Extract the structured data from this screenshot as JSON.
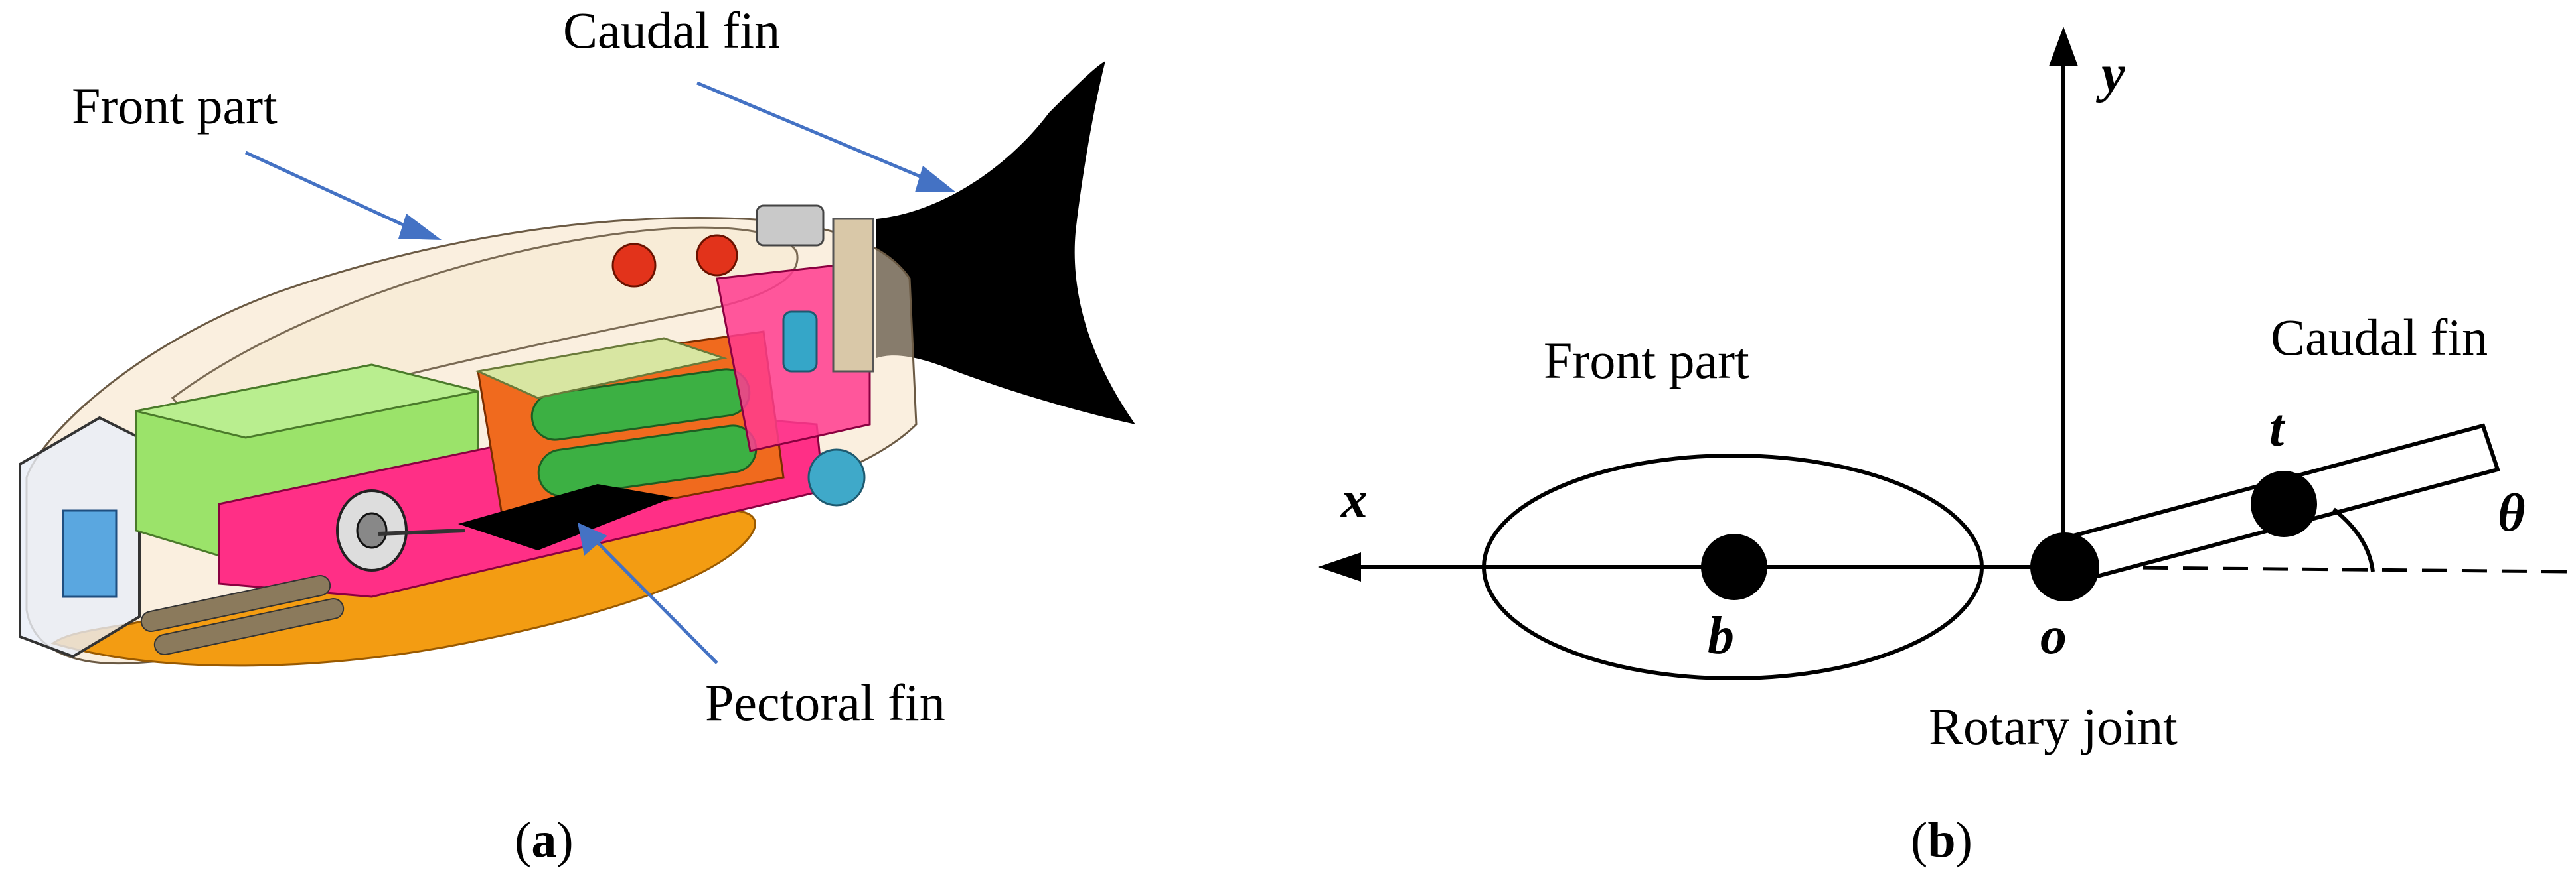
{
  "panel_a": {
    "caption_open": "(",
    "caption_letter": "a",
    "caption_close": ")",
    "labels": {
      "caudal_fin": "Caudal fin",
      "front_part": "Front part",
      "pectoral_fin": "Pectoral fin"
    },
    "colors": {
      "arrow": "#4472c4",
      "shell": "#f5e1c4",
      "belly": "#f39c12",
      "battery": "#7ccf3a",
      "block": "#9be36a",
      "board": "#ff2f86",
      "fin": "#000000"
    }
  },
  "panel_b": {
    "caption_open": "(",
    "caption_letter": "b",
    "caption_close": ")",
    "labels": {
      "front_part": "Front part",
      "caudal_fin": "Caudal fin",
      "rotary_joint": "Rotary joint"
    },
    "symbols": {
      "x": "x",
      "y": "y",
      "b": "b",
      "o": "o",
      "t": "t",
      "theta": "θ"
    }
  }
}
